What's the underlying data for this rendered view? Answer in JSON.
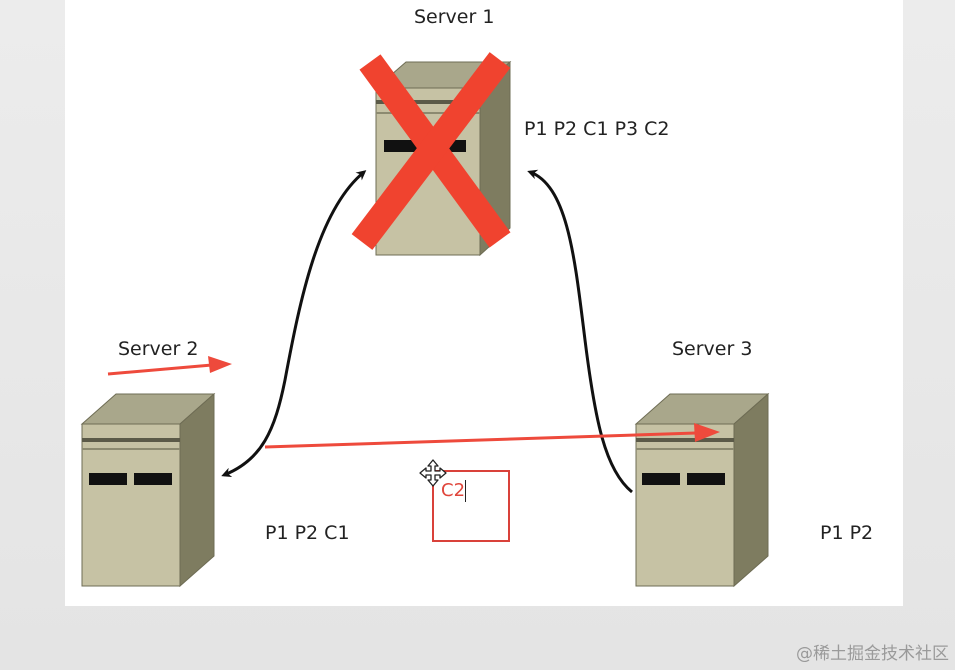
{
  "servers": {
    "server1": {
      "name": "Server 1",
      "partitions": "P1 P2 C1 P3 C2",
      "status": "failed"
    },
    "server2": {
      "name": "Server 2",
      "partitions": "P1 P2 C1"
    },
    "server3": {
      "name": "Server 3",
      "partitions": "P1 P2"
    }
  },
  "textbox": {
    "text": "C2"
  },
  "watermark": "@稀土掘金技术社区",
  "icons": {
    "failure": "x-cross-icon",
    "cursor": "move-cursor-icon"
  },
  "colors": {
    "annotation_red": "#e8483d",
    "server_face": "#c4c0a2",
    "server_side": "#7c7a5e",
    "server_top": "#a8a68a",
    "connector": "#111111"
  }
}
